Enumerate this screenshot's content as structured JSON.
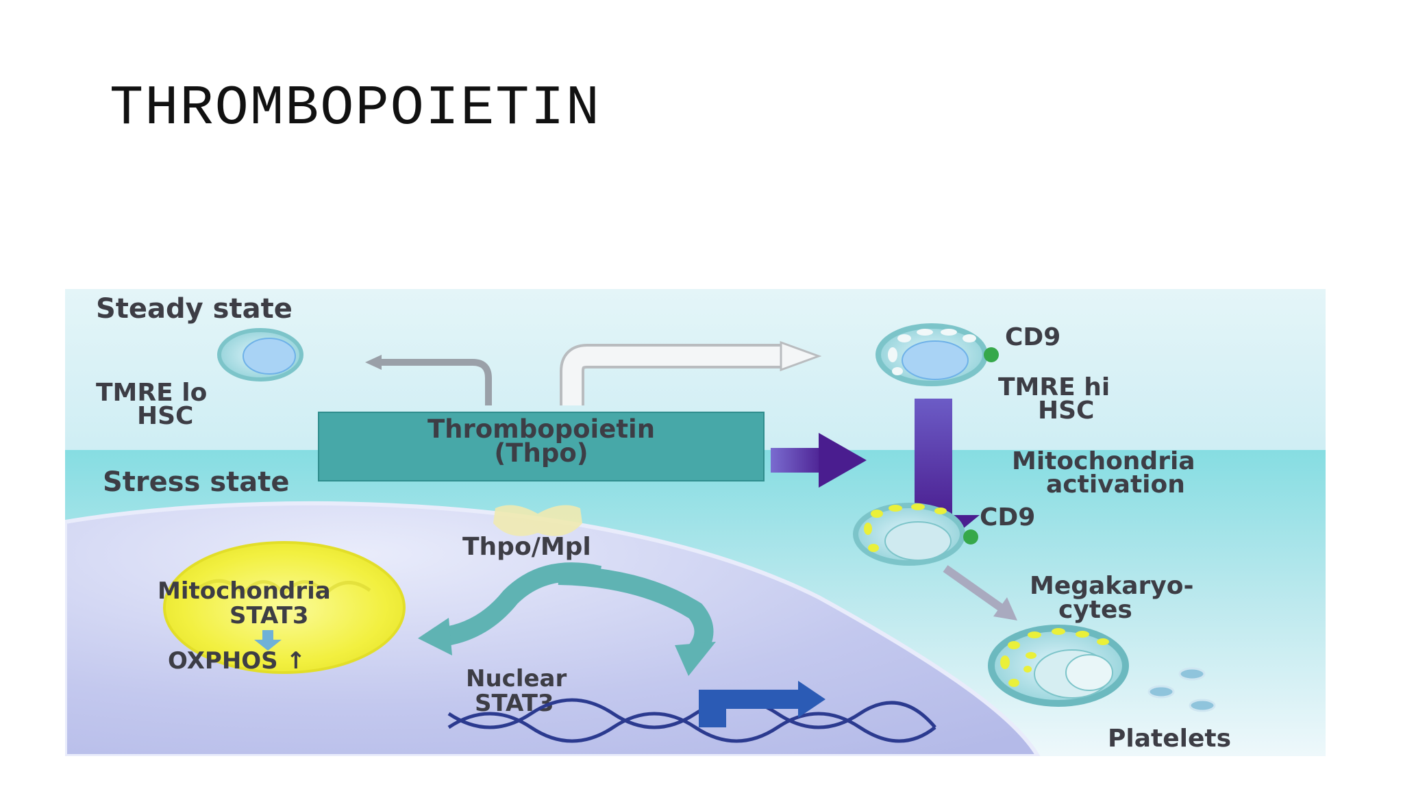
{
  "slide": {
    "title": "THROMBOPOIETIN"
  },
  "diagram": {
    "steady_state": "Steady state",
    "stress_state": "Stress state",
    "tmre_lo": [
      "TMRE lo",
      "HSC"
    ],
    "tmre_hi": [
      "TMRE hi",
      "HSC"
    ],
    "cd9_top": "CD9",
    "cd9_mid": "CD9",
    "thpo_box": [
      "Thrombopoietin",
      "(Thpo)"
    ],
    "mito_activation": [
      "Mitochondria",
      "activation"
    ],
    "thpo_mpl": "Thpo/Mpl",
    "mito_stat3": [
      "Mitochondria",
      "STAT3"
    ],
    "oxphos": "OXPHOS ↑",
    "nuclear_stat3": [
      "Nuclear",
      "STAT3"
    ],
    "megakaryocytes": [
      "Megakaryo-",
      "cytes"
    ],
    "platelets": "Platelets"
  },
  "colors": {
    "steady_bg": "#d9f1f6",
    "stress_bg": "#8fdde3",
    "cell_bg": "#c9cdf0",
    "thpo_box": "#3fa3a3",
    "purple_arrow": "#5b2d9a",
    "teal_arrow": "#5fb3b3",
    "dna": "#2b3a8f",
    "mito_yellow": "#f4f24a"
  }
}
